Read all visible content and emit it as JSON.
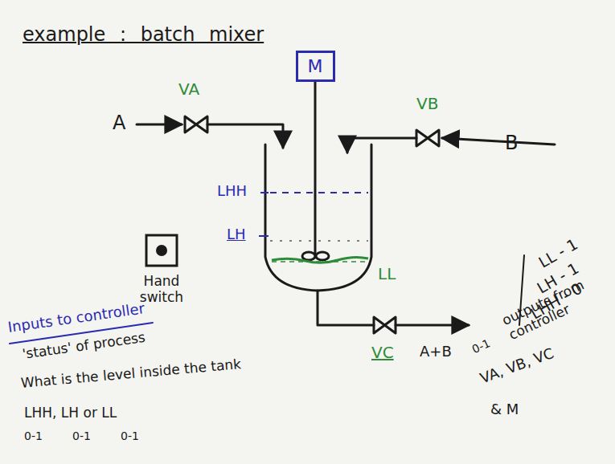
{
  "diagram": {
    "title": "example : batch mixer",
    "nodes": [
      {
        "text": [
          "M"
        ]
      },
      {
        "text": [
          "Hand switch"
        ]
      }
    ],
    "labels": [
      "A",
      "VA",
      "VB",
      "B",
      "LHH",
      "LH",
      "LL",
      "VC",
      "A+B",
      "Inputs to controller",
      "'status' of process",
      "What is the level inside the tank",
      "LHH, LH or LL",
      "0-1",
      "0-1",
      "0-1",
      "LL - 1",
      "LH - 1",
      "LHH - 0",
      "outputs from controller",
      "0-1",
      "VA, VB, VC",
      "& M"
    ]
  }
}
